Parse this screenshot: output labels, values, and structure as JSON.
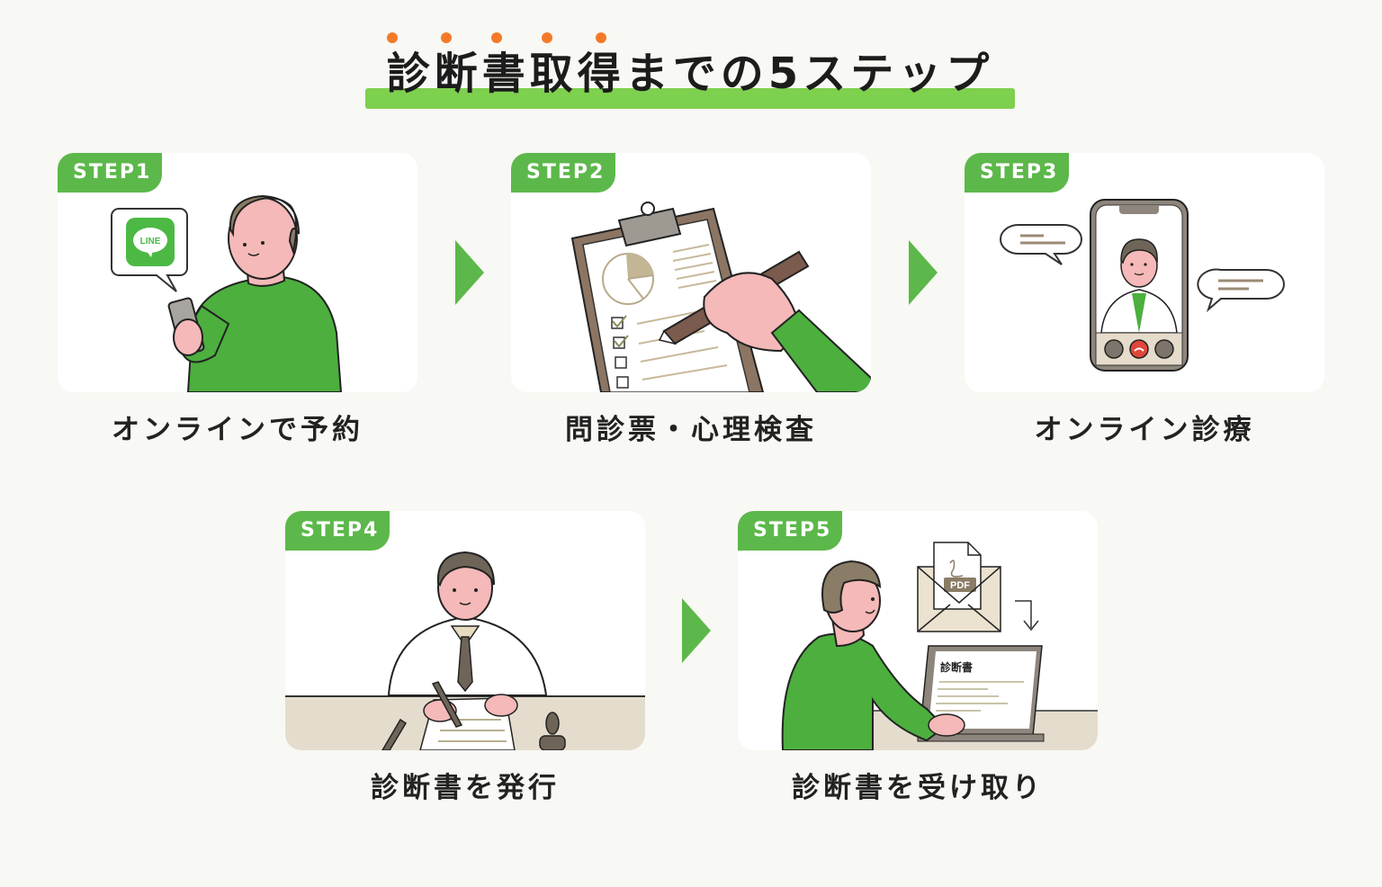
{
  "header": {
    "title": "診断書取得までの5ステップ",
    "emphasis_dots": 5,
    "colors": {
      "underline": "#7ed04f",
      "dots": "#f47a2a",
      "text": "#1c1c1c",
      "background": "#f8f8f4"
    }
  },
  "steps": [
    {
      "badge": "STEP1",
      "label": "オンラインで予約",
      "illustration": "person-with-smartphone-line-app",
      "icon_text": "LINE"
    },
    {
      "badge": "STEP2",
      "label": "問診票・心理検査",
      "illustration": "hand-writing-on-clipboard-questionnaire"
    },
    {
      "badge": "STEP3",
      "label": "オンライン診療",
      "illustration": "doctor-video-call-on-smartphone"
    },
    {
      "badge": "STEP4",
      "label": "診断書を発行",
      "illustration": "doctor-signing-document-at-desk"
    },
    {
      "badge": "STEP5",
      "label": "診断書を受け取り",
      "illustration": "person-receiving-pdf-on-laptop",
      "envelope_text": "PDF",
      "screen_text": "診断書"
    }
  ],
  "colors": {
    "badge": "#5cb84a",
    "arrow": "#5cb84a",
    "card": "#ffffff"
  }
}
